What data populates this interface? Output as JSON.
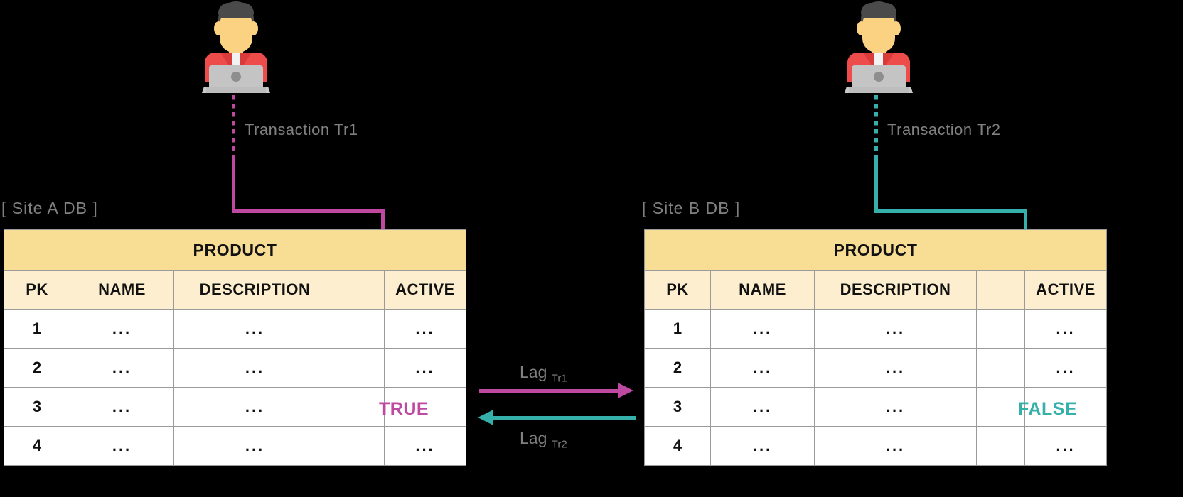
{
  "diagram": {
    "title": "Distributed database replication lag conflict",
    "background": "#000000",
    "colors": {
      "tr1": "#bf48a0",
      "tr2": "#35b0ab",
      "label_gray": "#808080",
      "table_title_bg": "#f8dd95",
      "table_header_bg": "#fceece",
      "table_cell_bg": "#ffffff",
      "table_border": "#9a9a9a"
    }
  },
  "left": {
    "actor": {
      "icon": "person-at-laptop-icon"
    },
    "transaction_label": "Transaction Tr1",
    "site_label": "[ Site A DB ]",
    "table": {
      "title": "PRODUCT",
      "columns": [
        "PK",
        "NAME",
        "DESCRIPTION",
        "",
        "ACTIVE"
      ],
      "rows": [
        {
          "pk": "1",
          "name": "...",
          "description": "...",
          "spacer": "",
          "active": "..."
        },
        {
          "pk": "2",
          "name": "...",
          "description": "...",
          "spacer": "",
          "active": "..."
        },
        {
          "pk": "3",
          "name": "...",
          "description": "...",
          "spacer": "",
          "active": ""
        },
        {
          "pk": "4",
          "name": "...",
          "description": "...",
          "spacer": "",
          "active": "..."
        }
      ]
    },
    "written_value": "TRUE"
  },
  "right": {
    "actor": {
      "icon": "person-at-laptop-icon"
    },
    "transaction_label": "Transaction Tr2",
    "site_label": "[ Site B DB ]",
    "table": {
      "title": "PRODUCT",
      "columns": [
        "PK",
        "NAME",
        "DESCRIPTION",
        "",
        "ACTIVE"
      ],
      "rows": [
        {
          "pk": "1",
          "name": "...",
          "description": "...",
          "spacer": "",
          "active": "..."
        },
        {
          "pk": "2",
          "name": "...",
          "description": "...",
          "spacer": "",
          "active": "..."
        },
        {
          "pk": "3",
          "name": "...",
          "description": "...",
          "spacer": "",
          "active": ""
        },
        {
          "pk": "4",
          "name": "...",
          "description": "...",
          "spacer": "",
          "active": "..."
        }
      ]
    },
    "written_value": "FALSE"
  },
  "center": {
    "lag_top_label": "Lag",
    "lag_top_sub": "Tr1",
    "lag_bottom_label": "Lag",
    "lag_bottom_sub": "Tr2"
  }
}
